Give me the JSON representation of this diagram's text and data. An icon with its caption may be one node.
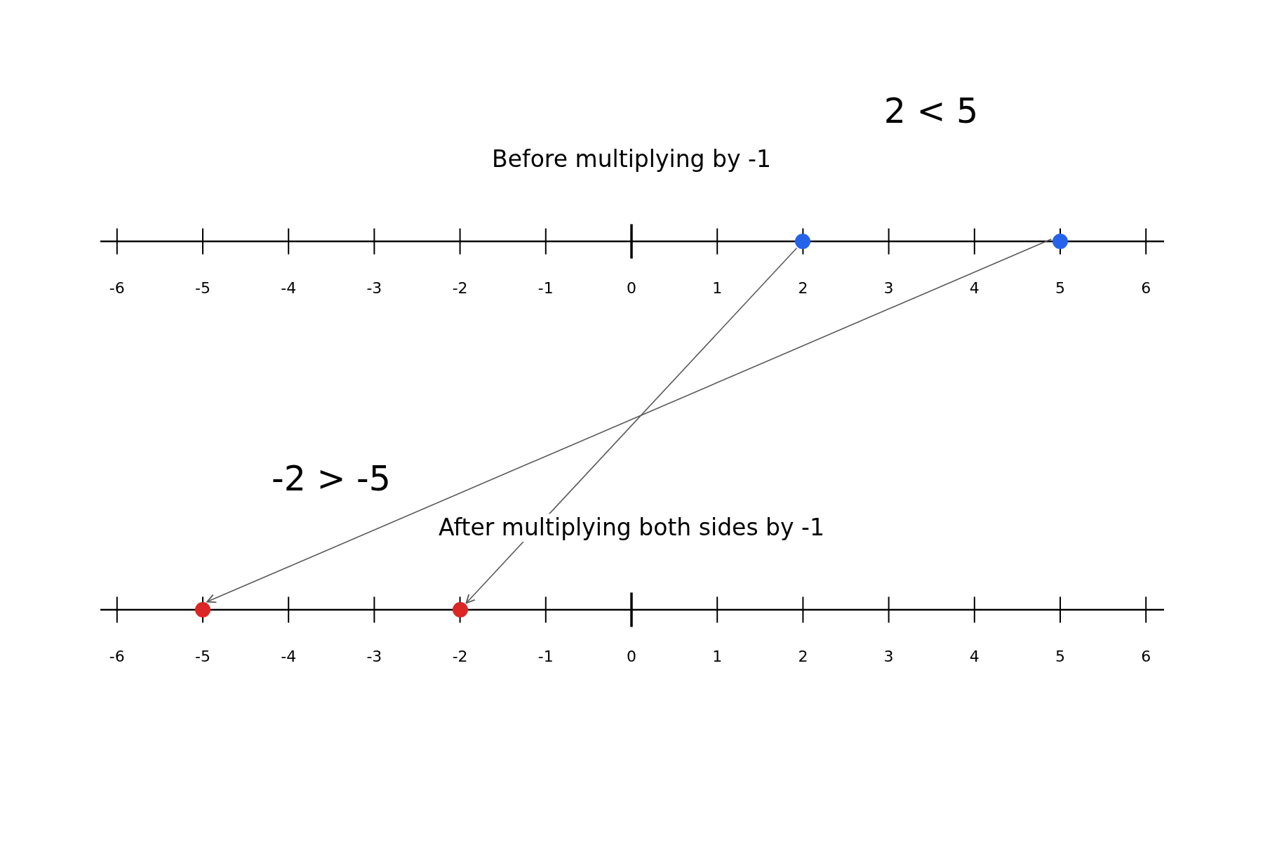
{
  "diagram": {
    "nodes": [
      {
        "text": [],
        "shape": "circle"
      },
      {
        "text": [],
        "shape": "circle"
      },
      {
        "text": [],
        "shape": "circle"
      },
      {
        "text": [],
        "shape": "circle"
      }
    ],
    "edges": [
      {
        "from": 0,
        "to": 3,
        "arrow": "to"
      },
      {
        "from": 1,
        "to": 2,
        "arrow": "to"
      }
    ],
    "labels": [
      "2 < 5",
      "Before multiplying by -1",
      "-6",
      "-5",
      "-4",
      "-3",
      "-2",
      "-1",
      "0",
      "1",
      "2",
      "3",
      "4",
      "5",
      "6",
      "-2 > -5",
      "After multiplying both sides by -1",
      "-6",
      "-5",
      "-4",
      "-3",
      "-2",
      "-1",
      "0",
      "1",
      "2",
      "3",
      "4",
      "5",
      "6"
    ]
  }
}
